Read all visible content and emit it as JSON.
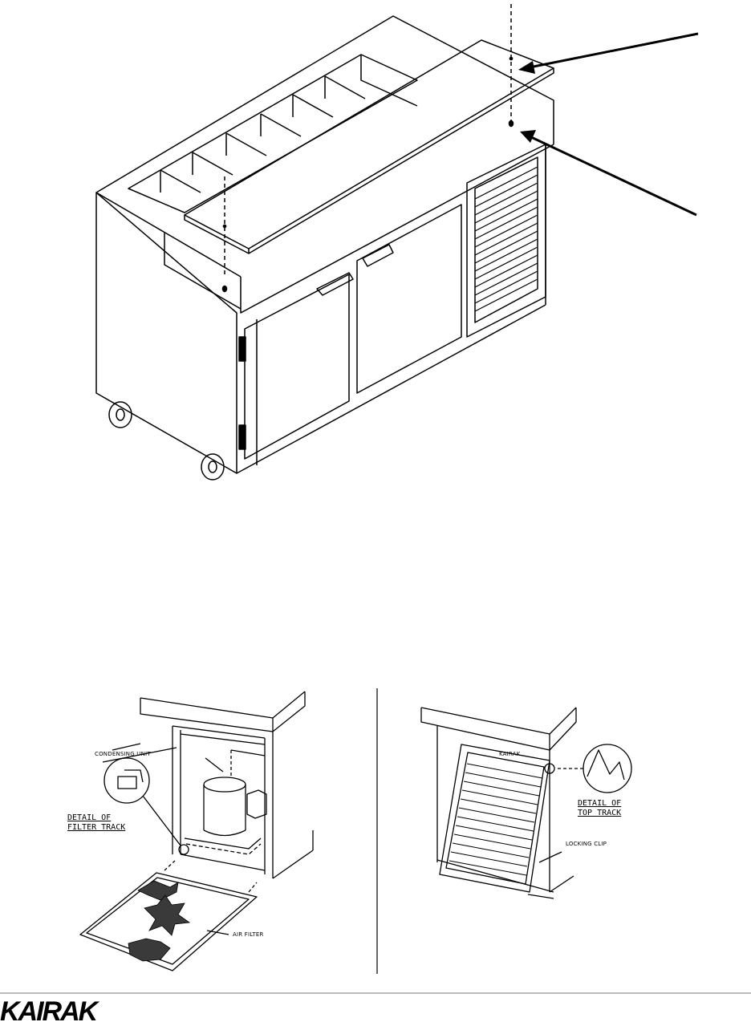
{
  "labels": {
    "condensing_unit": "CONDENSING UNIT",
    "detail_filter_line1": "DETAIL OF",
    "detail_filter_line2": "FILTER TRACK",
    "air_filter": "AIR FILTER",
    "detail_top_line1": "DETAIL OF",
    "detail_top_line2": "TOP TRACK",
    "locking_clip": "LOCKING CLIP",
    "grille_brand": "KAIRAK"
  },
  "footer": {
    "brand": "KAIRAK"
  },
  "colors": {
    "ink": "#000000",
    "paper": "#ffffff",
    "footer_rule": "#bbbbbb"
  }
}
